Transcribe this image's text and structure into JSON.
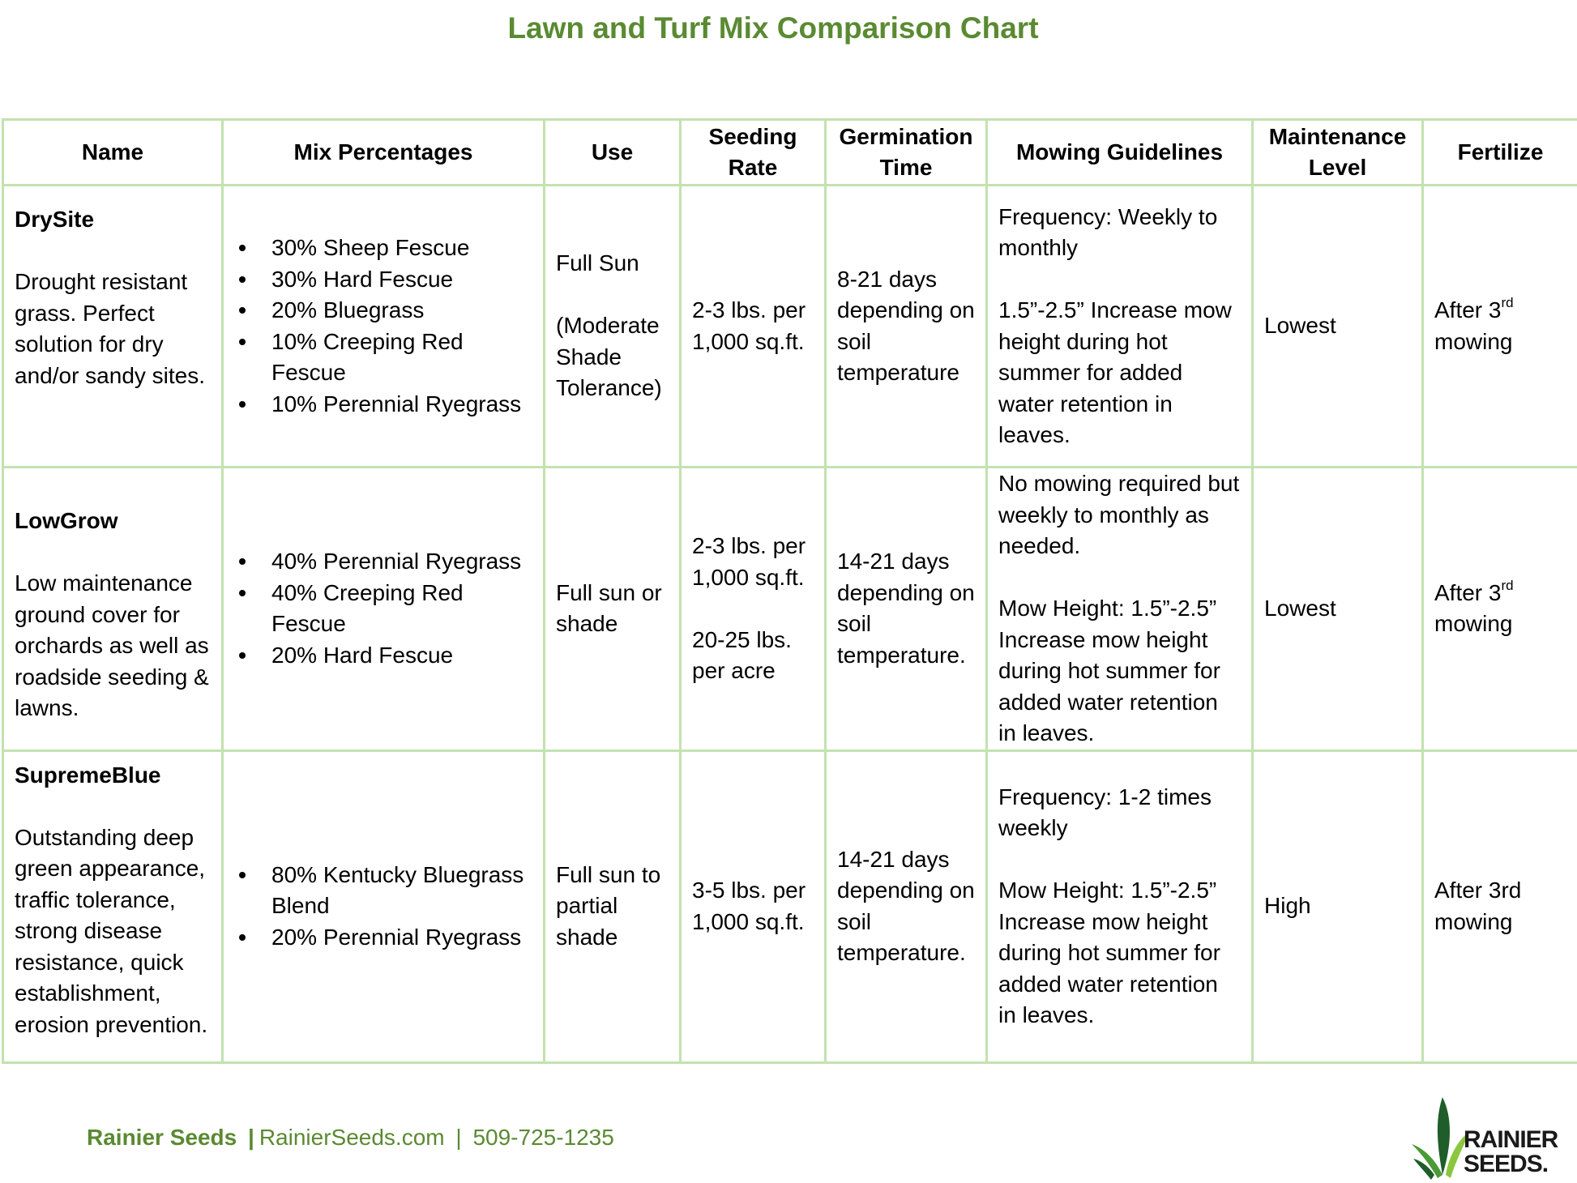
{
  "title": "Lawn and Turf Mix Comparison Chart",
  "table": {
    "headers": {
      "name": "Name",
      "mix": "Mix Percentages",
      "use": "Use",
      "seeding_1": "Seeding",
      "seeding_2": "Rate",
      "germination_1": "Germination",
      "germination_2": "Time",
      "mowing": "Mowing Guidelines",
      "maintenance_1": "Maintenance",
      "maintenance_2": "Level",
      "fertilize": "Fertilize"
    },
    "rows": [
      {
        "name": "DrySite",
        "description": "Drought resistant grass. Perfect solution for dry and/or sandy sites.",
        "mix": [
          "30% Sheep Fescue",
          "30% Hard Fescue",
          "20% Bluegrass",
          "10% Creeping Red Fescue",
          "10% Perennial Ryegrass"
        ],
        "use_1": "Full Sun",
        "use_2": "(Moderate Shade Tolerance)",
        "seeding_1": "2-3 lbs. per 1,000 sq.ft.",
        "seeding_2": "",
        "germination": "8-21 days depending on soil temperature",
        "mowing_1": "Frequency: Weekly to monthly",
        "mowing_2": "1.5”-2.5” Increase mow height during hot summer for added water retention in leaves.",
        "maintenance": "Lowest",
        "fertilize": "After 3",
        "fertilize_sup": "rd",
        "fertilize_end": " mowing"
      },
      {
        "name": "LowGrow",
        "description": "Low maintenance ground cover for orchards as well as roadside seeding & lawns.",
        "mix": [
          "40% Perennial Ryegrass",
          "40% Creeping Red Fescue",
          "20% Hard Fescue"
        ],
        "use_1": "Full sun or shade",
        "use_2": "",
        "seeding_1": "2-3 lbs. per 1,000 sq.ft.",
        "seeding_2": "20-25 lbs. per acre",
        "germination": "14-21 days depending on soil temperature.",
        "mowing_1": "No mowing required but weekly to monthly as needed.",
        "mowing_2": "Mow Height: 1.5”-2.5” Increase mow height during hot summer for added water retention in leaves.",
        "maintenance": "Lowest",
        "fertilize": "After 3",
        "fertilize_sup": "rd",
        "fertilize_end": " mowing"
      },
      {
        "name": "SupremeBlue",
        "description": "Outstanding deep green appearance, traffic tolerance, strong disease resistance, quick establishment, erosion prevention.",
        "mix": [
          "80% Kentucky Bluegrass Blend",
          "20% Perennial Ryegrass"
        ],
        "use_1": "Full sun to partial shade",
        "use_2": "",
        "seeding_1": "3-5 lbs. per 1,000 sq.ft.",
        "seeding_2": "",
        "germination": "14-21 days depending on soil temperature.",
        "mowing_1": "Frequency: 1-2 times weekly",
        "mowing_2": "Mow Height: 1.5”-2.5” Increase mow height during hot summer for added water retention in leaves.",
        "maintenance": "High",
        "fertilize": "After 3rd mowing",
        "fertilize_sup": "",
        "fertilize_end": ""
      }
    ]
  },
  "footer": {
    "brand": "Rainier Seeds",
    "separator": "|",
    "website": "RainierSeeds.com",
    "phone": "509-725-1235"
  },
  "logo": {
    "line1": "RAINIER",
    "line2": "SEEDS.",
    "icon": "leaf-sprout-icon",
    "colors": {
      "dark_green": "#1f5d2a",
      "mid_green": "#4a9a35",
      "light_green": "#8cc63f"
    }
  }
}
